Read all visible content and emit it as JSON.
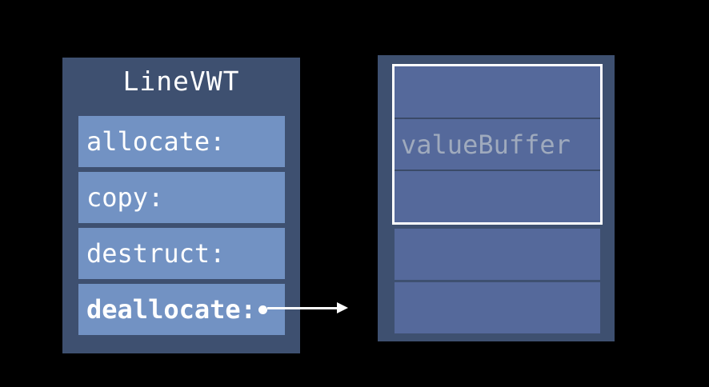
{
  "diagram": {
    "background_color": "#000000",
    "vwt_table": {
      "title": "LineVWT",
      "entries": [
        "allocate:",
        "copy:",
        "destruct:",
        "deallocate:"
      ],
      "bold_entry": "deallocate:"
    },
    "pointer_arrow": {
      "from_entry": "deallocate:",
      "points_to": "buffer-box",
      "color": "#FFFFFF"
    },
    "buffer": {
      "label": "valueBuffer",
      "highlighted_slots": 3,
      "extra_slots": 2
    },
    "colors": {
      "panel_background": "#3E5070",
      "vwt_row": "#7292C3",
      "buffer_slot": "#55699B",
      "slot_separator": "#3A4A68",
      "entry_text": "#FFFFFF",
      "buffer_label_text": "#9FAABD",
      "highlight_border": "#FFFFFF"
    }
  }
}
